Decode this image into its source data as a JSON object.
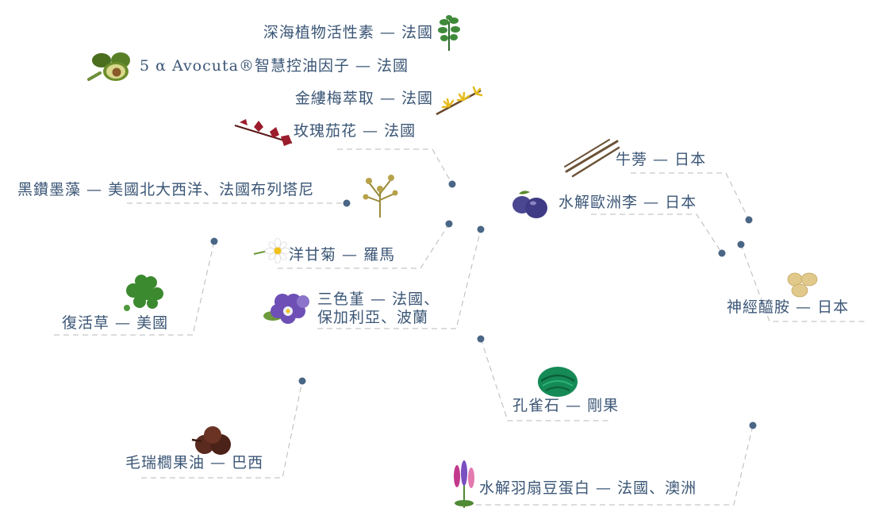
{
  "ingredients": [
    {
      "id": "deep-sea-plant",
      "text": "深海植物活性素 — 法國",
      "icon": "seaweed-icon"
    },
    {
      "id": "avocuta",
      "text": "5 α Avocuta®智慧控油因子 — 法國",
      "icon": "avocado-icon"
    },
    {
      "id": "witch-hazel",
      "text": "金縷梅萃取 — 法國",
      "icon": "witch-hazel-flower-icon"
    },
    {
      "id": "roselle",
      "text": "玫瑰茄花 — 法國",
      "icon": "roselle-flower-icon"
    },
    {
      "id": "black-diamond-algae",
      "text": "黑鑽墨藻 — 美國北大西洋、法國布列塔尼",
      "icon": "seaweed-sprig-icon"
    },
    {
      "id": "chamomile",
      "text": "洋甘菊 — 羅馬",
      "icon": "chamomile-icon"
    },
    {
      "id": "pansy",
      "text_line1": "三色堇 — 法國、",
      "text_line2": "保加利亞、波蘭",
      "icon": "pansy-icon"
    },
    {
      "id": "resurrection-plant",
      "text": "復活草 — 美國",
      "icon": "resurrection-plant-icon"
    },
    {
      "id": "burdock",
      "text": "牛蒡 — 日本",
      "icon": "burdock-root-icon"
    },
    {
      "id": "plum",
      "text": "水解歐洲李 — 日本",
      "icon": "plum-icon"
    },
    {
      "id": "ceramide",
      "text": "神經醯胺 — 日本",
      "icon": "ceramide-nuts-icon"
    },
    {
      "id": "malachite",
      "text": "孔雀石 — 剛果",
      "icon": "malachite-icon"
    },
    {
      "id": "murumuru",
      "text": "毛瑞櫚果油 — 巴西",
      "icon": "murumuru-fruit-icon"
    },
    {
      "id": "lupin",
      "text": "水解羽扇豆蛋白 — 法國、澳洲",
      "icon": "lupin-flower-icon"
    }
  ],
  "colors": {
    "text": "#3b5676",
    "dot": "#4a6686",
    "connector": "#b9b9b9"
  }
}
